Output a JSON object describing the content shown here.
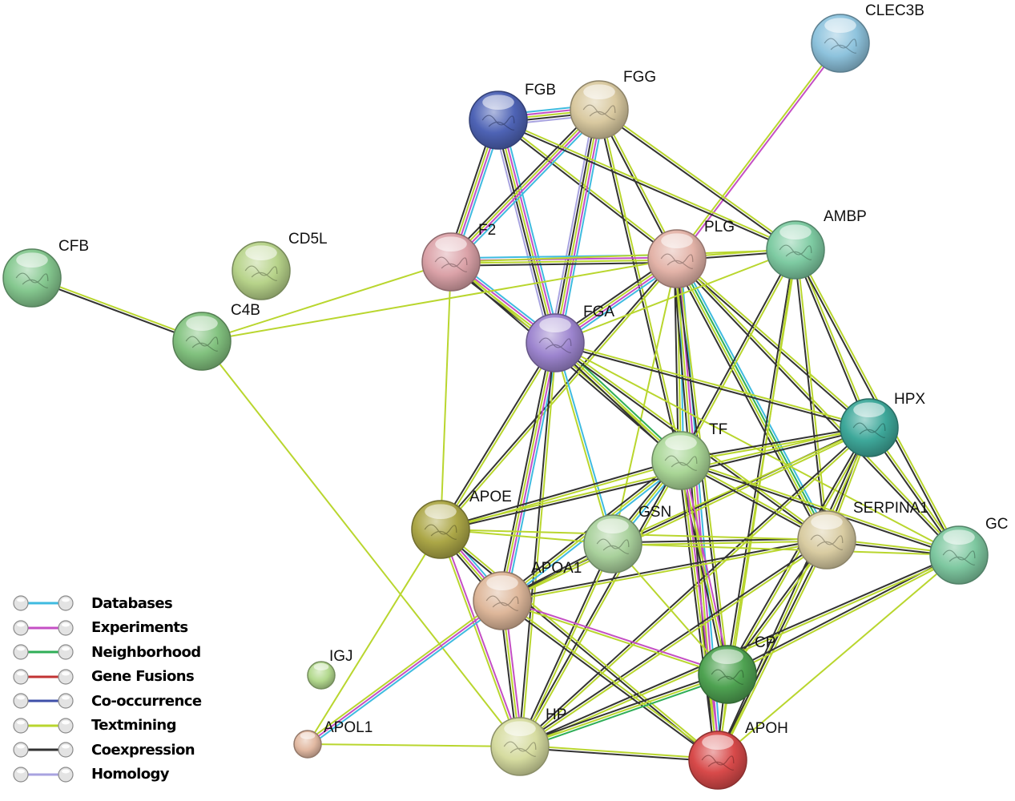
{
  "nodes": [
    {
      "id": "CLEC3B",
      "label": "CLEC3B",
      "color": "#8ec3dd"
    },
    {
      "id": "FGG",
      "label": "FGG",
      "color": "#d9c9a0"
    },
    {
      "id": "FGB",
      "label": "FGB",
      "color": "#4e63b5"
    },
    {
      "id": "F2",
      "label": "F2",
      "color": "#dba2a8"
    },
    {
      "id": "PLG",
      "label": "PLG",
      "color": "#e3b3a8"
    },
    {
      "id": "AMBP",
      "label": "AMBP",
      "color": "#7ecba2"
    },
    {
      "id": "CFB",
      "label": "CFB",
      "color": "#85c88f"
    },
    {
      "id": "CD5L",
      "label": "CD5L",
      "color": "#b7d38a"
    },
    {
      "id": "C4B",
      "label": "C4B",
      "color": "#82c27f"
    },
    {
      "id": "FGA",
      "label": "FGA",
      "color": "#9d85cf"
    },
    {
      "id": "HPX",
      "label": "HPX",
      "color": "#3ea89a"
    },
    {
      "id": "TF",
      "label": "TF",
      "color": "#a9d696"
    },
    {
      "id": "SERPINA1",
      "label": "SERPINA1",
      "color": "#d9cca2"
    },
    {
      "id": "GC",
      "label": "GC",
      "color": "#7ec8a0"
    },
    {
      "id": "APOE",
      "label": "APOE",
      "color": "#aca747"
    },
    {
      "id": "GSN",
      "label": "GSN",
      "color": "#a9d19c"
    },
    {
      "id": "APOA1",
      "label": "APOA1",
      "color": "#deb79a"
    },
    {
      "id": "IGJ",
      "label": "IGJ",
      "color": "#b3d98e"
    },
    {
      "id": "CP",
      "label": "CP",
      "color": "#4fa352"
    },
    {
      "id": "APOL1",
      "label": "APOL1",
      "color": "#e2b9a2"
    },
    {
      "id": "HP",
      "label": "HP",
      "color": "#d6dca0"
    },
    {
      "id": "APOH",
      "label": "APOH",
      "color": "#d84a4a"
    }
  ],
  "edges": [
    {
      "source": "CLEC3B",
      "target": "PLG",
      "types": [
        "textmining",
        "experiments"
      ]
    },
    {
      "source": "FGB",
      "target": "FGG",
      "types": [
        "databases",
        "experiments",
        "textmining",
        "coexpression",
        "homology"
      ]
    },
    {
      "source": "FGB",
      "target": "F2",
      "types": [
        "databases",
        "experiments",
        "textmining",
        "coexpression"
      ]
    },
    {
      "source": "FGB",
      "target": "FGA",
      "types": [
        "databases",
        "experiments",
        "textmining",
        "coexpression",
        "homology"
      ]
    },
    {
      "source": "FGB",
      "target": "PLG",
      "types": [
        "textmining",
        "coexpression"
      ]
    },
    {
      "source": "FGG",
      "target": "F2",
      "types": [
        "databases",
        "experiments",
        "textmining",
        "coexpression"
      ]
    },
    {
      "source": "FGG",
      "target": "FGA",
      "types": [
        "databases",
        "experiments",
        "textmining",
        "coexpression",
        "homology"
      ]
    },
    {
      "source": "FGG",
      "target": "PLG",
      "types": [
        "textmining",
        "coexpression"
      ]
    },
    {
      "source": "FGG",
      "target": "AMBP",
      "types": [
        "textmining",
        "coexpression"
      ]
    },
    {
      "source": "FGG",
      "target": "TF",
      "types": [
        "textmining",
        "coexpression"
      ]
    },
    {
      "source": "FGB",
      "target": "AMBP",
      "types": [
        "textmining",
        "coexpression"
      ]
    },
    {
      "source": "F2",
      "target": "PLG",
      "types": [
        "databases",
        "experiments",
        "textmining",
        "coexpression"
      ]
    },
    {
      "source": "F2",
      "target": "FGA",
      "types": [
        "databases",
        "experiments",
        "textmining",
        "coexpression"
      ]
    },
    {
      "source": "F2",
      "target": "C4B",
      "types": [
        "textmining"
      ]
    },
    {
      "source": "F2",
      "target": "APOE",
      "types": [
        "textmining"
      ]
    },
    {
      "source": "F2",
      "target": "TF",
      "types": [
        "textmining",
        "coexpression"
      ]
    },
    {
      "source": "F2",
      "target": "AMBP",
      "types": [
        "textmining"
      ]
    },
    {
      "source": "PLG",
      "target": "AMBP",
      "types": [
        "textmining",
        "coexpression"
      ]
    },
    {
      "source": "PLG",
      "target": "FGA",
      "types": [
        "databases",
        "experiments",
        "textmining",
        "coexpression"
      ]
    },
    {
      "source": "PLG",
      "target": "TF",
      "types": [
        "databases",
        "textmining",
        "coexpression"
      ]
    },
    {
      "source": "PLG",
      "target": "APOH",
      "types": [
        "experiments",
        "textmining",
        "coexpression",
        "databases"
      ]
    },
    {
      "source": "PLG",
      "target": "CP",
      "types": [
        "textmining",
        "coexpression"
      ]
    },
    {
      "source": "PLG",
      "target": "SERPINA1",
      "types": [
        "databases",
        "neighborhood",
        "textmining",
        "coexpression"
      ]
    },
    {
      "source": "PLG",
      "target": "HPX",
      "types": [
        "textmining",
        "coexpression"
      ]
    },
    {
      "source": "PLG",
      "target": "C4B",
      "types": [
        "textmining"
      ]
    },
    {
      "source": "PLG",
      "target": "APOE",
      "types": [
        "textmining",
        "coexpression"
      ]
    },
    {
      "source": "PLG",
      "target": "GSN",
      "types": [
        "textmining"
      ]
    },
    {
      "source": "PLG",
      "target": "GC",
      "types": [
        "textmining",
        "coexpression"
      ]
    },
    {
      "source": "AMBP",
      "target": "HPX",
      "types": [
        "textmining",
        "coexpression"
      ]
    },
    {
      "source": "AMBP",
      "target": "GC",
      "types": [
        "textmining",
        "coexpression"
      ]
    },
    {
      "source": "AMBP",
      "target": "SERPINA1",
      "types": [
        "textmining",
        "coexpression"
      ]
    },
    {
      "source": "AMBP",
      "target": "TF",
      "types": [
        "textmining",
        "coexpression"
      ]
    },
    {
      "source": "AMBP",
      "target": "CP",
      "types": [
        "textmining",
        "coexpression"
      ]
    },
    {
      "source": "AMBP",
      "target": "APOH",
      "types": [
        "textmining"
      ]
    },
    {
      "source": "AMBP",
      "target": "FGA",
      "types": [
        "textmining"
      ]
    },
    {
      "source": "CFB",
      "target": "C4B",
      "types": [
        "textmining",
        "coexpression"
      ]
    },
    {
      "source": "C4B",
      "target": "HP",
      "types": [
        "textmining"
      ]
    },
    {
      "source": "FGA",
      "target": "TF",
      "types": [
        "textmining",
        "coexpression",
        "neighborhood"
      ]
    },
    {
      "source": "FGA",
      "target": "GSN",
      "types": [
        "databases",
        "textmining"
      ]
    },
    {
      "source": "FGA",
      "target": "APOA1",
      "types": [
        "databases",
        "experiments",
        "textmining",
        "coexpression"
      ]
    },
    {
      "source": "FGA",
      "target": "HPX",
      "types": [
        "textmining",
        "coexpression"
      ]
    },
    {
      "source": "FGA",
      "target": "SERPINA1",
      "types": [
        "textmining",
        "coexpression"
      ]
    },
    {
      "source": "FGA",
      "target": "APOE",
      "types": [
        "textmining",
        "coexpression"
      ]
    },
    {
      "source": "FGA",
      "target": "HP",
      "types": [
        "textmining",
        "coexpression"
      ]
    },
    {
      "source": "FGA",
      "target": "GC",
      "types": [
        "textmining"
      ]
    },
    {
      "source": "HPX",
      "target": "TF",
      "types": [
        "textmining",
        "coexpression"
      ]
    },
    {
      "source": "HPX",
      "target": "SERPINA1",
      "types": [
        "textmining",
        "coexpression"
      ]
    },
    {
      "source": "HPX",
      "target": "GC",
      "types": [
        "textmining",
        "coexpression"
      ]
    },
    {
      "source": "HPX",
      "target": "CP",
      "types": [
        "textmining",
        "coexpression"
      ]
    },
    {
      "source": "HPX",
      "target": "APOH",
      "types": [
        "textmining",
        "coexpression"
      ]
    },
    {
      "source": "HPX",
      "target": "HP",
      "types": [
        "textmining",
        "coexpression"
      ]
    },
    {
      "source": "HPX",
      "target": "APOA1",
      "types": [
        "textmining",
        "coexpression"
      ]
    },
    {
      "source": "HPX",
      "target": "GSN",
      "types": [
        "textmining"
      ]
    },
    {
      "source": "TF",
      "target": "SERPINA1",
      "types": [
        "textmining",
        "coexpression"
      ]
    },
    {
      "source": "TF",
      "target": "GC",
      "types": [
        "textmining",
        "coexpression"
      ]
    },
    {
      "source": "TF",
      "target": "CP",
      "types": [
        "experiments",
        "textmining",
        "coexpression"
      ]
    },
    {
      "source": "TF",
      "target": "APOH",
      "types": [
        "experiments",
        "textmining",
        "coexpression"
      ]
    },
    {
      "source": "TF",
      "target": "GSN",
      "types": [
        "databases",
        "textmining",
        "coexpression"
      ]
    },
    {
      "source": "TF",
      "target": "APOA1",
      "types": [
        "databases",
        "textmining",
        "coexpression"
      ]
    },
    {
      "source": "TF",
      "target": "APOE",
      "types": [
        "textmining",
        "coexpression"
      ]
    },
    {
      "source": "TF",
      "target": "HP",
      "types": [
        "textmining",
        "coexpression"
      ]
    },
    {
      "source": "SERPINA1",
      "target": "GC",
      "types": [
        "textmining",
        "coexpression"
      ]
    },
    {
      "source": "SERPINA1",
      "target": "CP",
      "types": [
        "textmining",
        "coexpression"
      ]
    },
    {
      "source": "SERPINA1",
      "target": "APOH",
      "types": [
        "textmining",
        "coexpression"
      ]
    },
    {
      "source": "SERPINA1",
      "target": "HP",
      "types": [
        "textmining",
        "coexpression"
      ]
    },
    {
      "source": "SERPINA1",
      "target": "GSN",
      "types": [
        "textmining",
        "coexpression"
      ]
    },
    {
      "source": "SERPINA1",
      "target": "APOE",
      "types": [
        "textmining"
      ]
    },
    {
      "source": "SERPINA1",
      "target": "APOA1",
      "types": [
        "textmining",
        "coexpression"
      ]
    },
    {
      "source": "GC",
      "target": "CP",
      "types": [
        "textmining",
        "coexpression"
      ]
    },
    {
      "source": "GC",
      "target": "APOH",
      "types": [
        "textmining"
      ]
    },
    {
      "source": "GC",
      "target": "HP",
      "types": [
        "textmining",
        "coexpression"
      ]
    },
    {
      "source": "GC",
      "target": "GSN",
      "types": [
        "textmining"
      ]
    },
    {
      "source": "APOE",
      "target": "APOA1",
      "types": [
        "databases",
        "experiments",
        "textmining",
        "coexpression"
      ]
    },
    {
      "source": "APOE",
      "target": "HP",
      "types": [
        "experiments",
        "textmining"
      ]
    },
    {
      "source": "APOE",
      "target": "GSN",
      "types": [
        "textmining"
      ]
    },
    {
      "source": "APOE",
      "target": "APOL1",
      "types": [
        "textmining"
      ]
    },
    {
      "source": "APOE",
      "target": "APOH",
      "types": [
        "textmining",
        "coexpression"
      ]
    },
    {
      "source": "APOE",
      "target": "HPX",
      "types": [
        "textmining",
        "coexpression"
      ]
    },
    {
      "source": "GSN",
      "target": "APOA1",
      "types": [
        "textmining",
        "coexpression"
      ]
    },
    {
      "source": "GSN",
      "target": "HP",
      "types": [
        "textmining",
        "coexpression"
      ]
    },
    {
      "source": "GSN",
      "target": "CP",
      "types": [
        "textmining"
      ]
    },
    {
      "source": "APOA1",
      "target": "HP",
      "types": [
        "experiments",
        "textmining",
        "coexpression"
      ]
    },
    {
      "source": "APOA1",
      "target": "APOH",
      "types": [
        "textmining",
        "coexpression"
      ]
    },
    {
      "source": "APOA1",
      "target": "CP",
      "types": [
        "experiments",
        "textmining"
      ]
    },
    {
      "source": "APOA1",
      "target": "APOL1",
      "types": [
        "databases",
        "experiments",
        "textmining"
      ]
    },
    {
      "source": "APOL1",
      "target": "HP",
      "types": [
        "textmining"
      ]
    },
    {
      "source": "CP",
      "target": "HP",
      "types": [
        "neighborhood",
        "textmining",
        "coexpression"
      ]
    },
    {
      "source": "CP",
      "target": "APOH",
      "types": [
        "textmining",
        "coexpression"
      ]
    },
    {
      "source": "HP",
      "target": "APOH",
      "types": [
        "textmining",
        "coexpression"
      ]
    }
  ],
  "legend": [
    {
      "key": "databases",
      "label": "Databases",
      "color": "#3fbbe0"
    },
    {
      "key": "experiments",
      "label": "Experiments",
      "color": "#c44fc4"
    },
    {
      "key": "neighborhood",
      "label": "Neighborhood",
      "color": "#2fae57"
    },
    {
      "key": "fusions",
      "label": "Gene Fusions",
      "color": "#c23333"
    },
    {
      "key": "cooccurrence",
      "label": "Co-occurrence",
      "color": "#3e4fa8"
    },
    {
      "key": "textmining",
      "label": "Textmining",
      "color": "#b9d62e"
    },
    {
      "key": "coexpression",
      "label": "Coexpression",
      "color": "#333333"
    },
    {
      "key": "homology",
      "label": "Homology",
      "color": "#a8a3e0"
    }
  ]
}
